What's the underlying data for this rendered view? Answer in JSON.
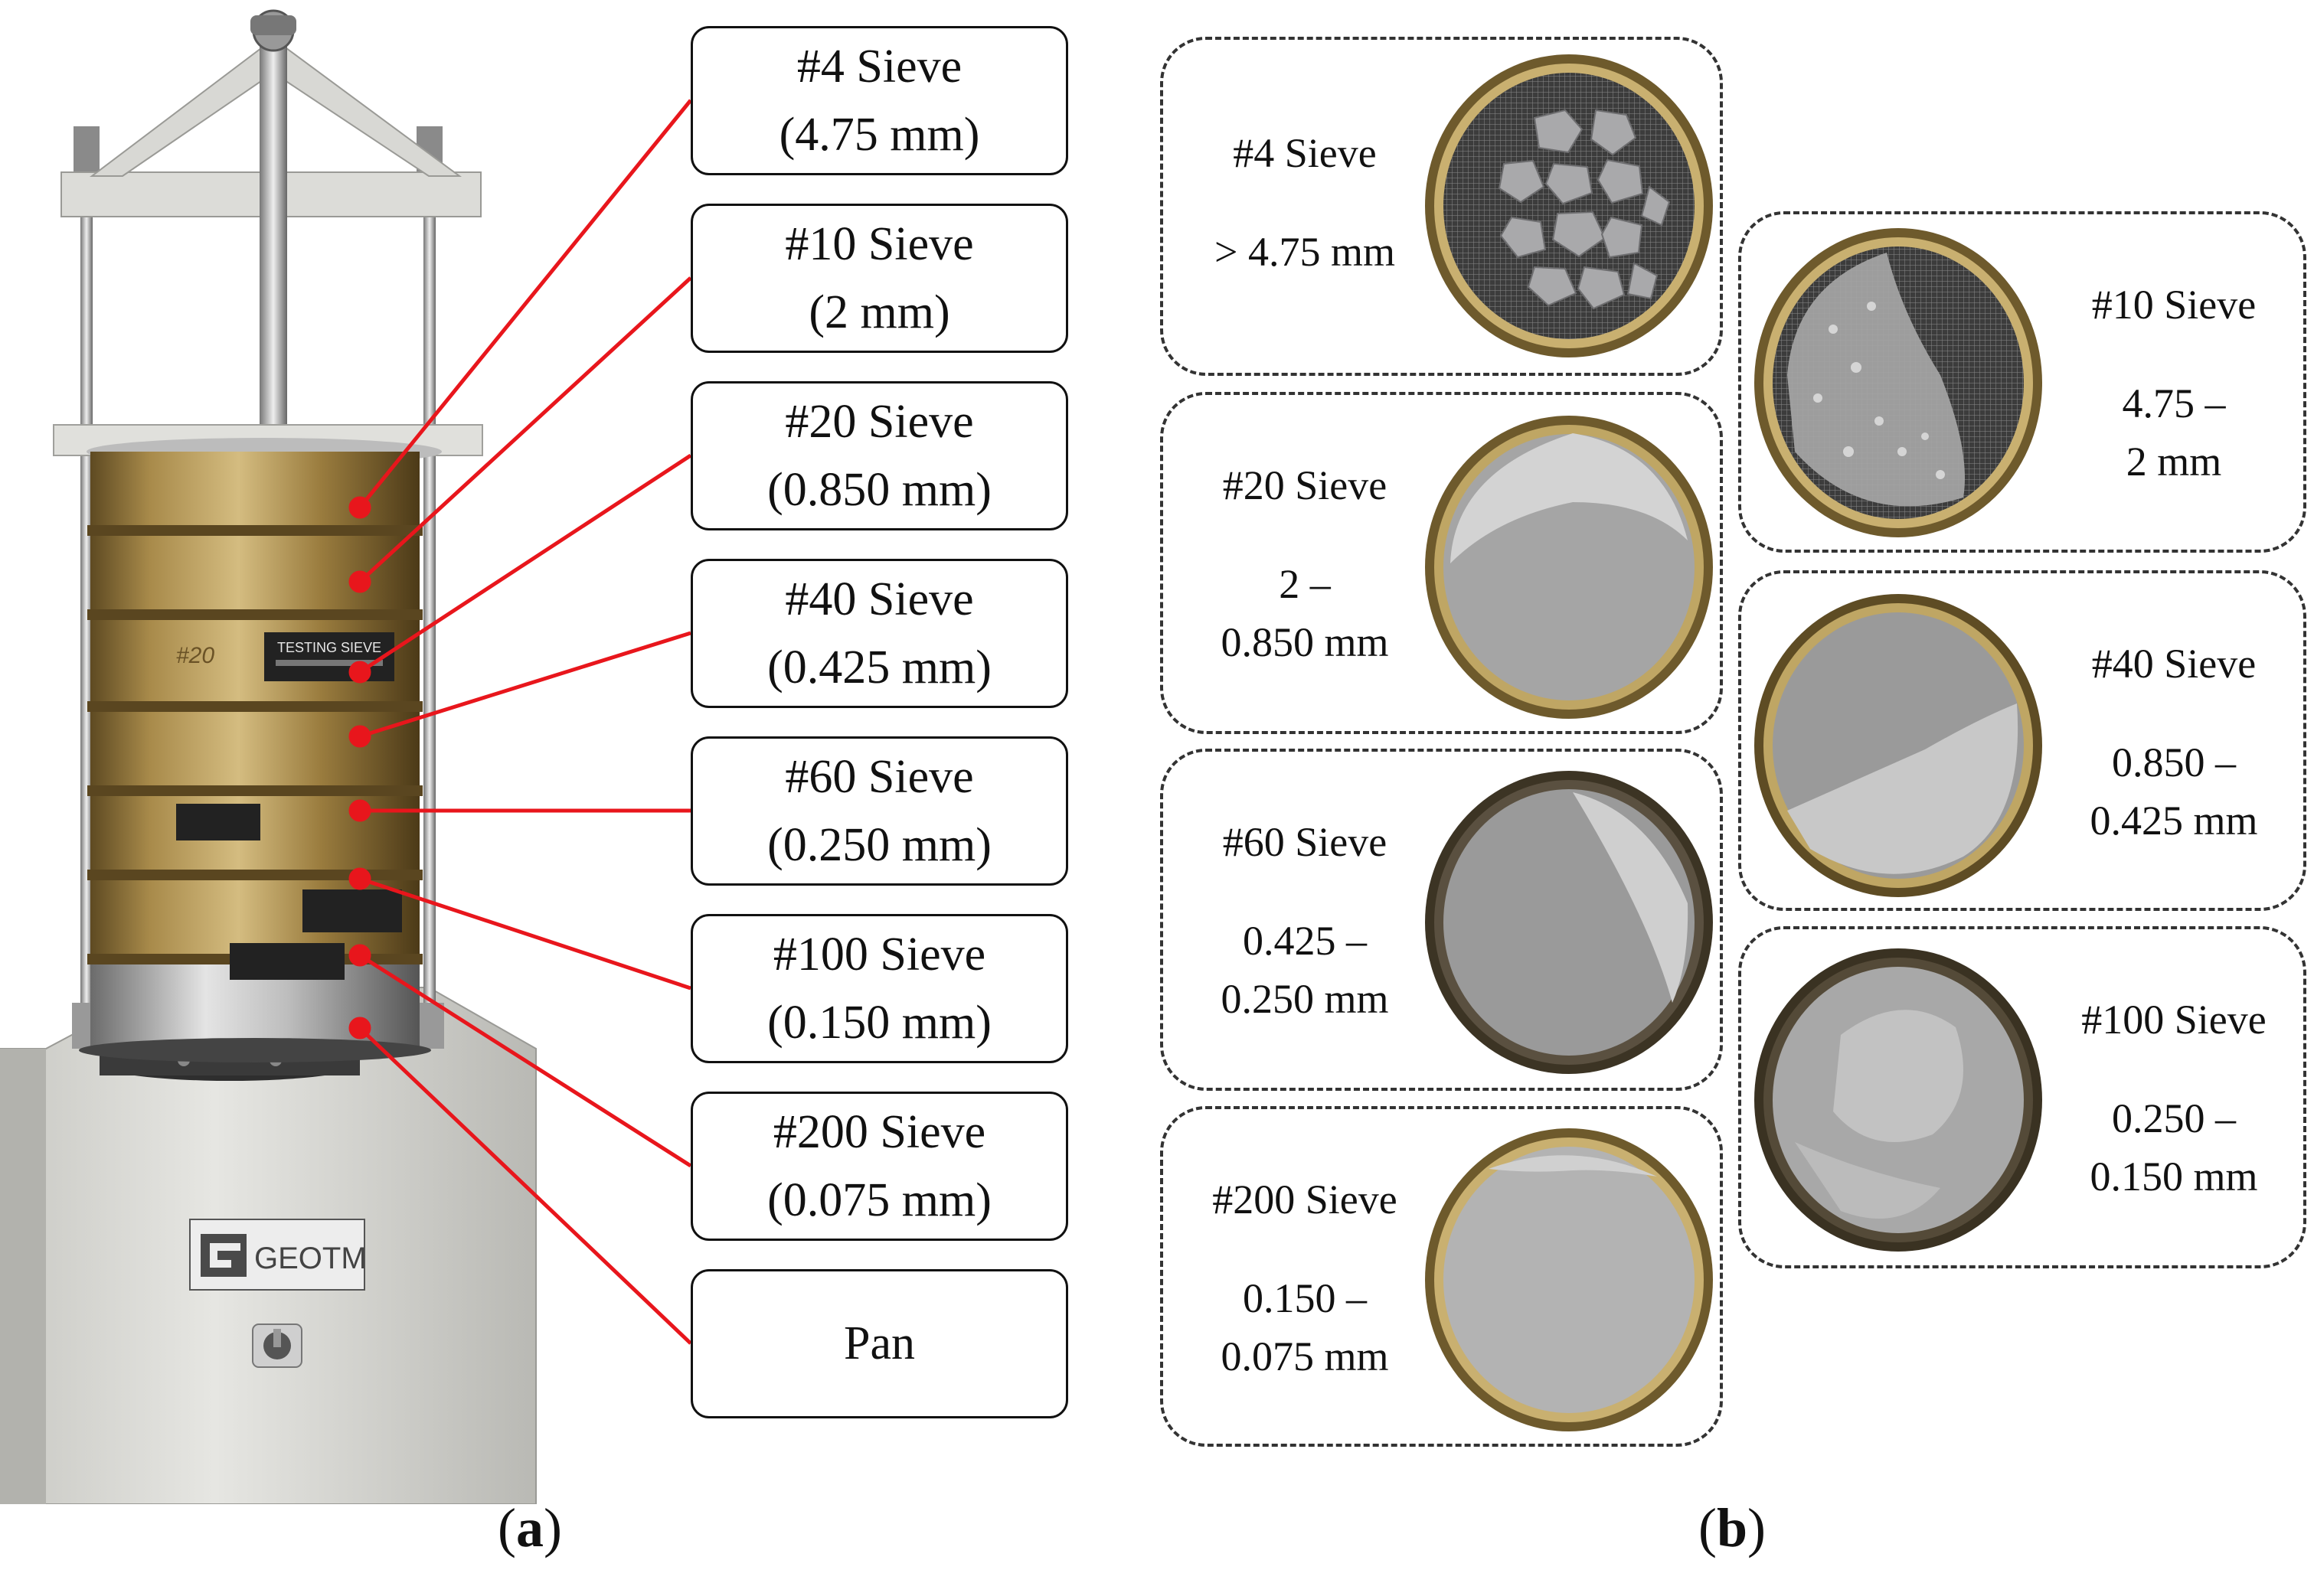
{
  "sieve_labels": [
    {
      "name": "#4 Sieve",
      "size": "(4.75 mm)"
    },
    {
      "name": "#10 Sieve",
      "size": "(2 mm)"
    },
    {
      "name": "#20 Sieve",
      "size": "(0.850 mm)"
    },
    {
      "name": "#40 Sieve",
      "size": "(0.425 mm)"
    },
    {
      "name": "#60 Sieve",
      "size": "(0.250 mm)"
    },
    {
      "name": "#100 Sieve",
      "size": "(0.150 mm)"
    },
    {
      "name": "#200 Sieve",
      "size": "(0.075 mm)"
    },
    {
      "name": "Pan",
      "size": ""
    }
  ],
  "brand_plate": "GEOTM",
  "sieve_stamp": "TESTING SIEVE",
  "sieve_marking": "#20",
  "tray_cards": [
    {
      "name": "#4 Sieve",
      "range_line1": "> 4.75 mm",
      "range_line2": ""
    },
    {
      "name": "#10 Sieve",
      "range_line1": "4.75 –",
      "range_line2": "2 mm"
    },
    {
      "name": "#20 Sieve",
      "range_line1": "2 –",
      "range_line2": "0.850 mm"
    },
    {
      "name": "#40 Sieve",
      "range_line1": "0.850 –",
      "range_line2": "0.425 mm"
    },
    {
      "name": "#60 Sieve",
      "range_line1": "0.425 –",
      "range_line2": "0.250 mm"
    },
    {
      "name": "#100 Sieve",
      "range_line1": "0.250 –",
      "range_line2": "0.150 mm"
    },
    {
      "name": "#200 Sieve",
      "range_line1": "0.150 –",
      "range_line2": "0.075 mm"
    }
  ],
  "captions": {
    "a_open": "(",
    "a_letter": "a",
    "a_close": ")",
    "b_open": "(",
    "b_letter": "b",
    "b_close": ")"
  },
  "colors": {
    "leader_line": "#e8161c",
    "brass": "#a88a4a",
    "machine": "#e2e2de"
  }
}
